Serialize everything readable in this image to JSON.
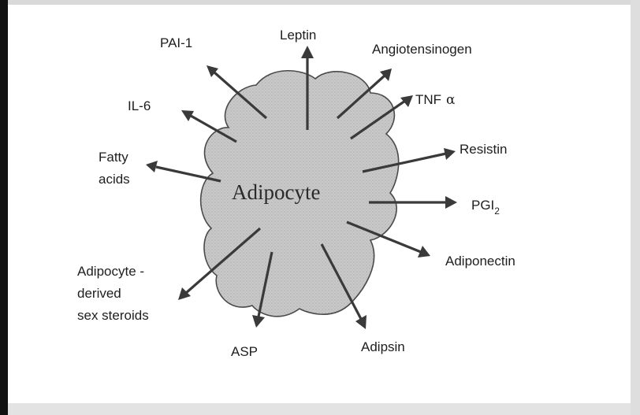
{
  "diagram": {
    "center": "Adipocyte",
    "labels": {
      "pai1": "PAI-1",
      "leptin": "Leptin",
      "angiotensinogen": "Angiotensinogen",
      "il6": "IL-6",
      "tnf": "TNF",
      "tnf_symbol": "α",
      "resistin": "Resistin",
      "fatty_acids_1": "Fatty",
      "fatty_acids_2": "acids",
      "pgi": "PGI",
      "pgi_sub": "2",
      "adiponectin": "Adiponectin",
      "sex_steroids_1": "Adipocyte -",
      "sex_steroids_2": "derived",
      "sex_steroids_3": "sex steroids",
      "asp": "ASP",
      "adipsin": "Adipsin"
    }
  }
}
